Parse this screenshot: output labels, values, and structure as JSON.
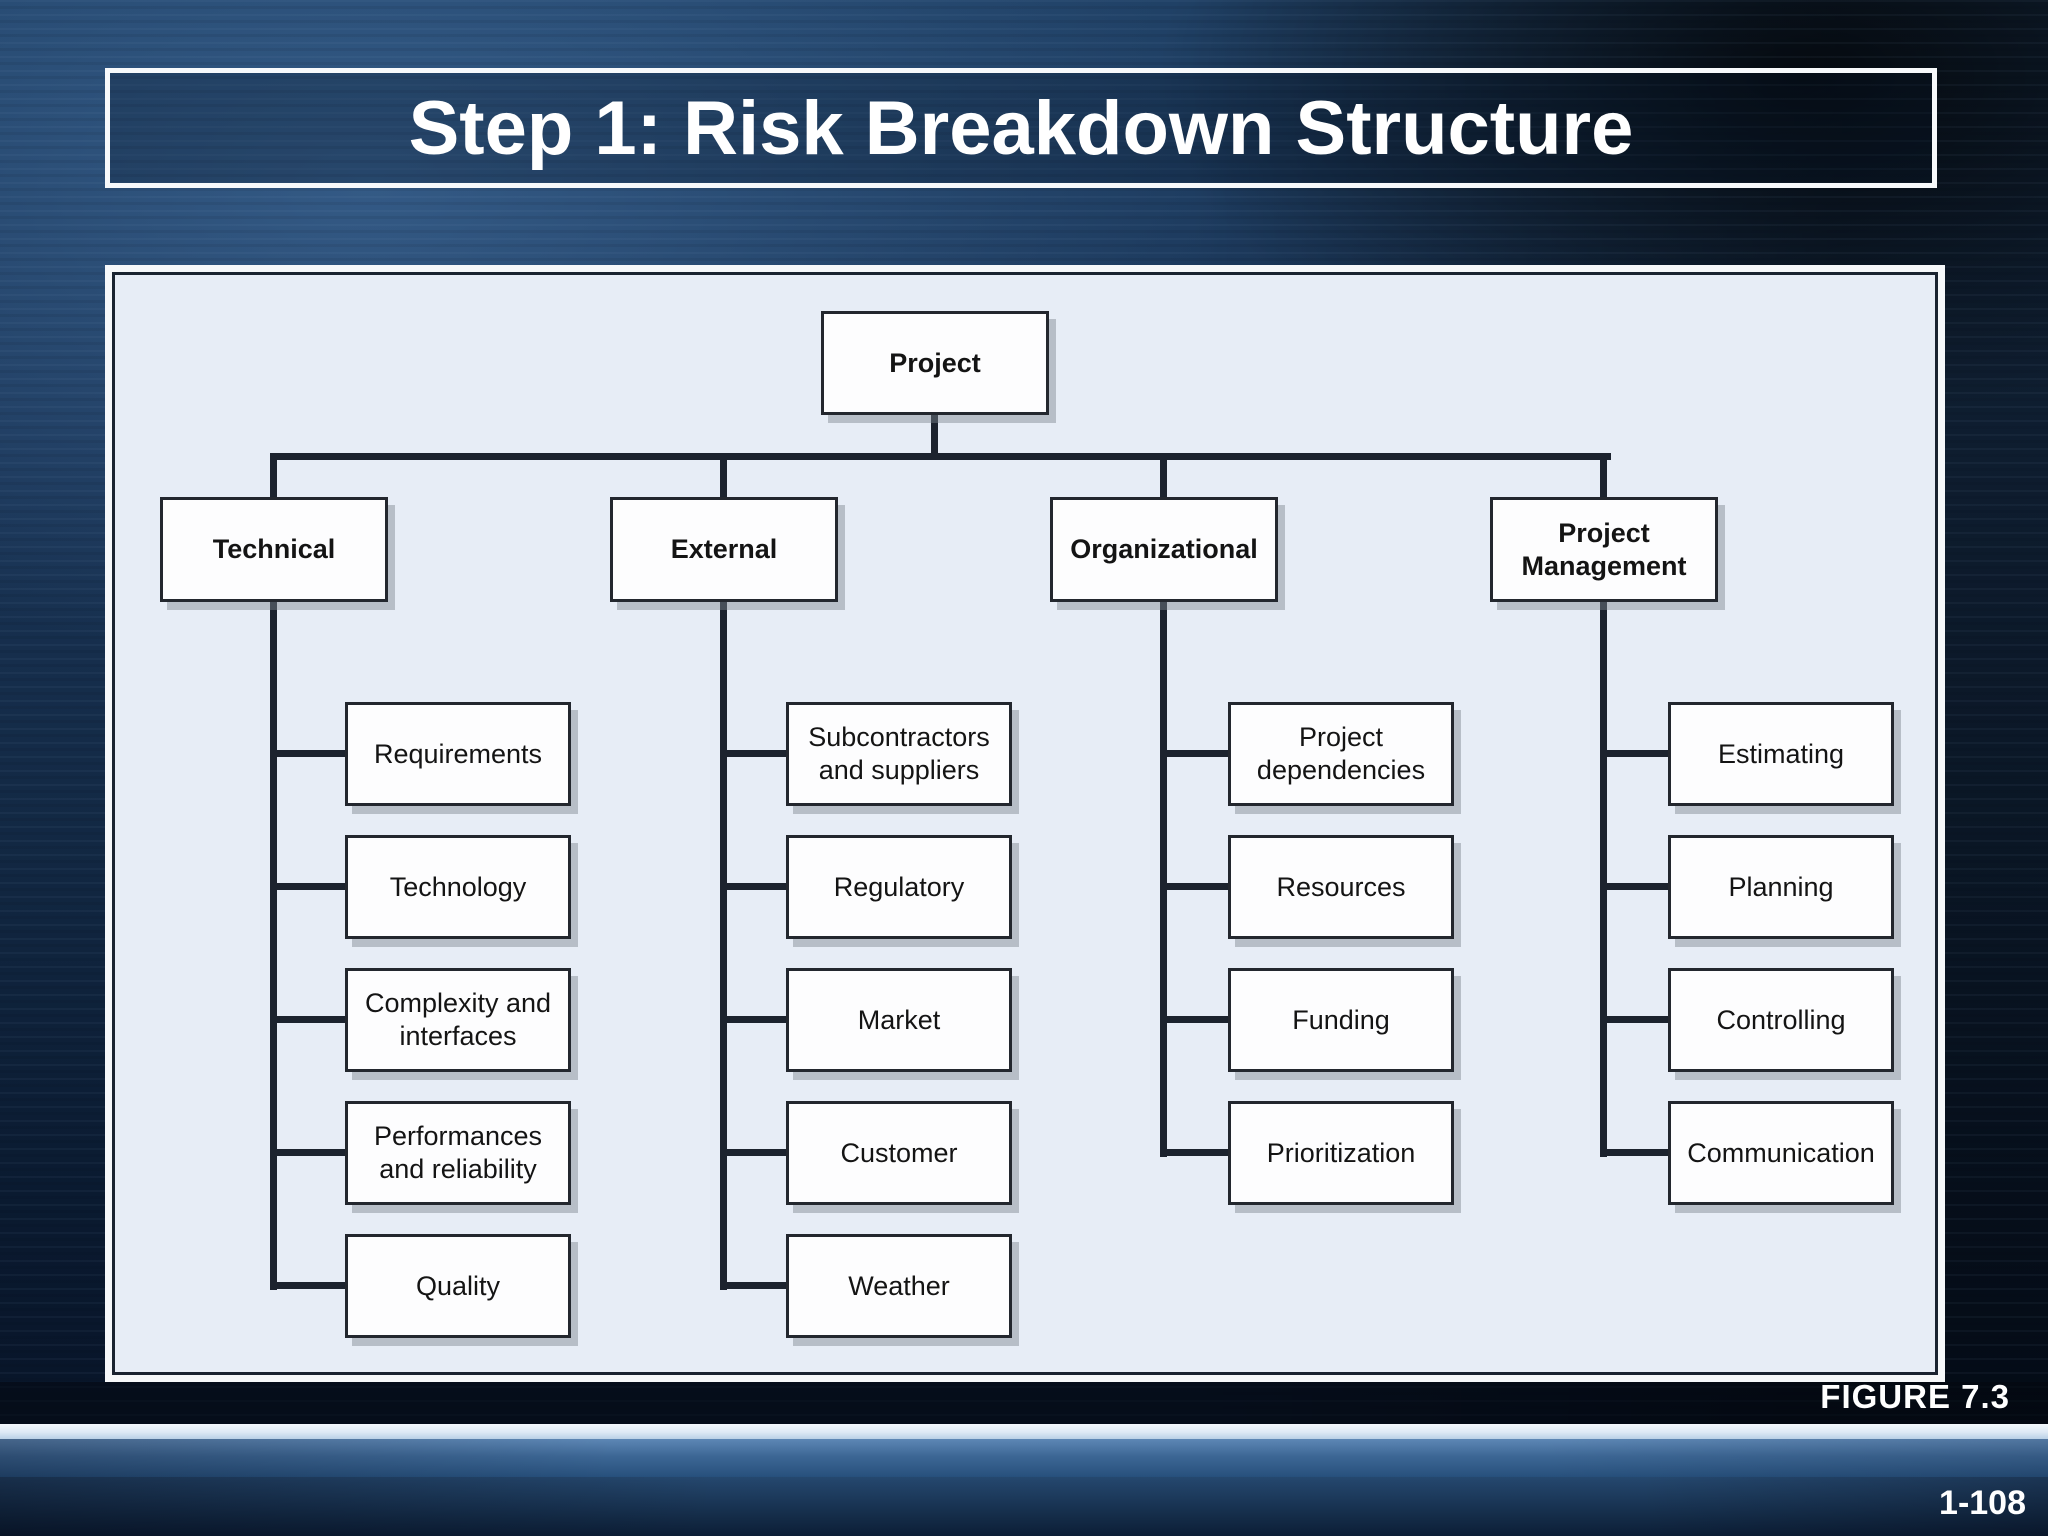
{
  "slide": {
    "title": "Step 1: Risk Breakdown Structure",
    "figure_label": "FIGURE 7.3",
    "page_number": "1-108"
  },
  "diagram": {
    "root": {
      "label": "Project"
    },
    "columns": [
      {
        "label": "Technical",
        "children": [
          "Requirements",
          "Technology",
          "Complexity and interfaces",
          "Performances and reliability",
          "Quality"
        ]
      },
      {
        "label": "External",
        "children": [
          "Subcontractors and suppliers",
          "Regulatory",
          "Market",
          "Customer",
          "Weather"
        ]
      },
      {
        "label": "Organizational",
        "children": [
          "Project dependencies",
          "Resources",
          "Funding",
          "Prioritization"
        ]
      },
      {
        "label": "Project Management",
        "children": [
          "Estimating",
          "Planning",
          "Controlling",
          "Communication"
        ]
      }
    ]
  },
  "colors": {
    "background_navy": "#16304f",
    "panel_fill": "#e7edf6",
    "box_fill": "#fdfdfe",
    "connector_dark": "#1c232e",
    "title_text": "#ffffff",
    "footer_band_blue": "#3d6795"
  }
}
